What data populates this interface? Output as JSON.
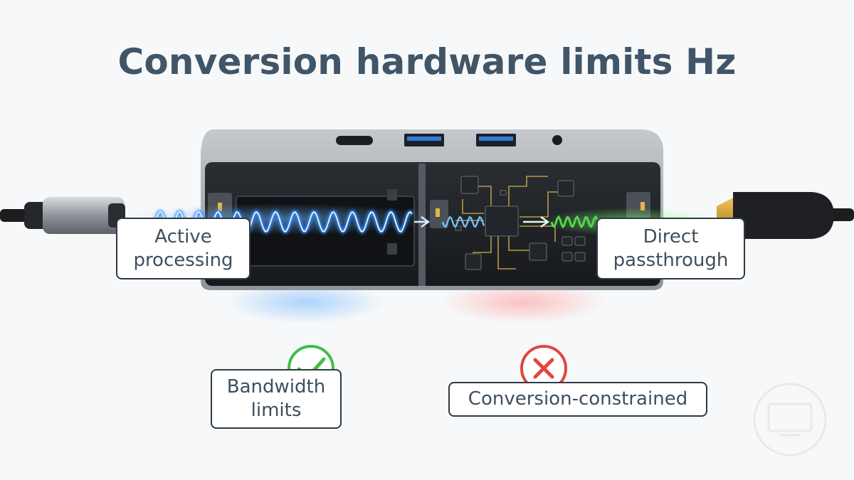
{
  "title": "Conversion hardware limits Hz",
  "labels": {
    "active_processing": "Active processing",
    "direct_passthrough": "Direct passthrough",
    "bandwidth_limits": "Bandwidth limits",
    "conversion_constrained": "Conversion-constrained"
  },
  "status_icons": {
    "bandwidth_limits": "check-icon",
    "conversion_constrained": "cross-icon"
  },
  "colors": {
    "title": "#415568",
    "signal_blue": "#3aa0ff",
    "signal_green": "#5fe05a",
    "check_green": "#3fbf4a",
    "cross_red": "#e0473f",
    "hub_body": "#9aa0a7"
  }
}
